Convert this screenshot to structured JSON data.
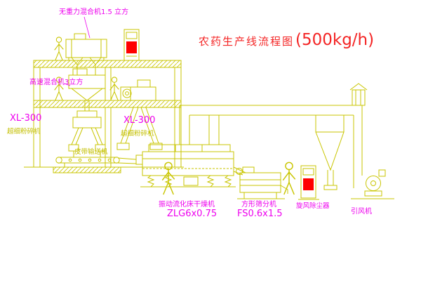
{
  "title": {
    "name": "农药生产线流程图",
    "capacity": "(500kg/h)"
  },
  "labels": {
    "top_mixer": "无重力混合机1.5 立方",
    "high_speed_mixer": "高速混合机3立方",
    "mill_left_model": "XL-300",
    "mill_left_name": "超细粉碎机",
    "mill_right_model": "XL-300",
    "mill_right_name": "超细粉碎机",
    "belt_conveyor": "皮带输送机",
    "dryer_name": "振动流化床干燥机",
    "dryer_model": "ZLG6x0.75",
    "sieve_name": "方形筛分机",
    "sieve_model": "FS0.6x1.5",
    "cyclone": "旋风除尘器",
    "fan": "引风机"
  },
  "colors": {
    "background": "#ffffff",
    "line": "#c9c500",
    "label_magenta": "#ee00ee",
    "label_olive": "#c3bf00",
    "title_red": "#f42525",
    "indicator_red": "#ff0000"
  }
}
